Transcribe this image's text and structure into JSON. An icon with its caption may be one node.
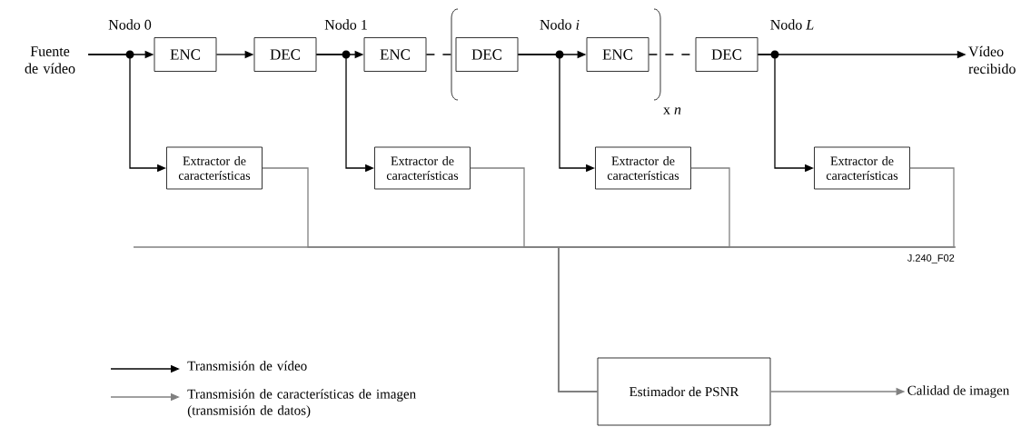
{
  "diagram": {
    "nodes": [
      {
        "text": [
          "Fuente de vídeo"
        ]
      },
      {
        "text": [
          "ENC"
        ]
      },
      {
        "text": [
          "DEC"
        ]
      },
      {
        "text": [
          "ENC"
        ]
      },
      {
        "text": [
          "DEC"
        ]
      },
      {
        "text": [
          "ENC"
        ]
      },
      {
        "text": [
          "DEC"
        ]
      },
      {
        "text": [
          "Vídeo recibido"
        ]
      },
      {
        "text": [
          "Extractor de características"
        ]
      },
      {
        "text": [
          "Extractor de características"
        ]
      },
      {
        "text": [
          "Extractor de características"
        ]
      },
      {
        "text": [
          "Extractor de características"
        ]
      },
      {
        "text": [
          "Estimador de PSNR"
        ]
      },
      {
        "text": [
          "Calidad de imagen"
        ]
      }
    ],
    "edges": [
      {
        "from": 0,
        "to": 1,
        "arrow": "to"
      },
      {
        "from": 0,
        "to": 8,
        "arrow": "to"
      },
      {
        "from": 1,
        "to": 2,
        "arrow": "to"
      },
      {
        "from": 2,
        "to": 3,
        "arrow": "to"
      },
      {
        "from": 2,
        "to": 9,
        "arrow": "to"
      },
      {
        "from": 3,
        "to": 4,
        "arrow": "none",
        "style": "dashed"
      },
      {
        "from": 4,
        "to": 5,
        "arrow": "to"
      },
      {
        "from": 4,
        "to": 10,
        "arrow": "to"
      },
      {
        "from": 5,
        "to": 6,
        "arrow": "none",
        "style": "dashed"
      },
      {
        "from": 6,
        "to": 7,
        "arrow": "to"
      },
      {
        "from": 6,
        "to": 11,
        "arrow": "to"
      },
      {
        "from": 8,
        "to": 12,
        "arrow": "none",
        "color": "#808080"
      },
      {
        "from": 9,
        "to": 12,
        "arrow": "none",
        "color": "#808080"
      },
      {
        "from": 10,
        "to": 12,
        "arrow": "none",
        "color": "#808080"
      },
      {
        "from": 11,
        "to": 12,
        "arrow": "none",
        "color": "#808080"
      },
      {
        "from": 12,
        "to": 13,
        "arrow": "to",
        "color": "#808080"
      }
    ],
    "labels": [
      "Nodo 0",
      "Nodo 1",
      "Nodo *i*",
      "x *n*",
      "Nodo *L*",
      "J.240_F02"
    ],
    "legend": [
      {
        "text": "Transmisión de vídeo"
      },
      {
        "text": "Transmisión de características de imagen (transmisión de datos)"
      }
    ]
  }
}
